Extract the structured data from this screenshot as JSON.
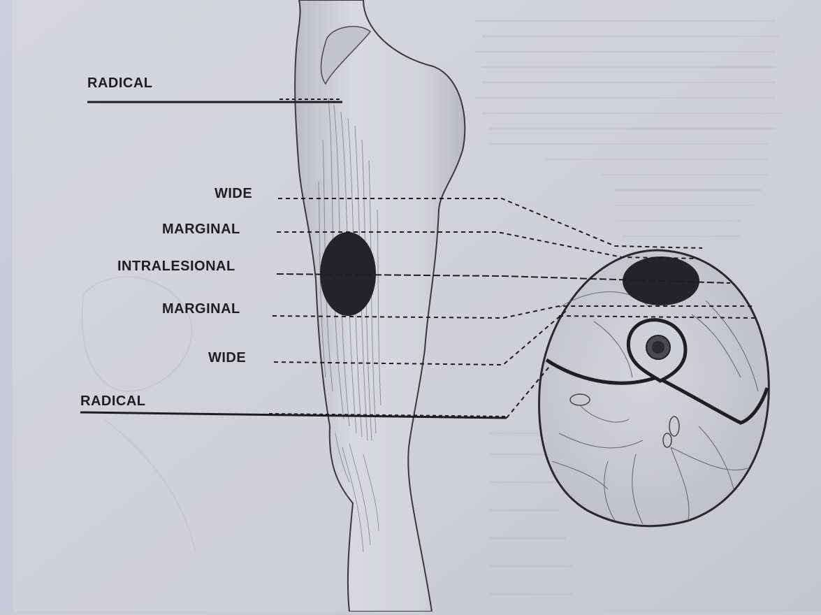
{
  "labels": {
    "radical_top": "RADICAL",
    "wide_top": "WIDE",
    "marginal_top": "MARGINAL",
    "intralesional": "INTRALESIONAL",
    "marginal_bottom": "MARGINAL",
    "wide_bottom": "WIDE",
    "radical_bottom": "RADICAL"
  },
  "colors": {
    "page": "#d3d4d9",
    "ink": "#1e1e22",
    "tumor": "#242428"
  }
}
